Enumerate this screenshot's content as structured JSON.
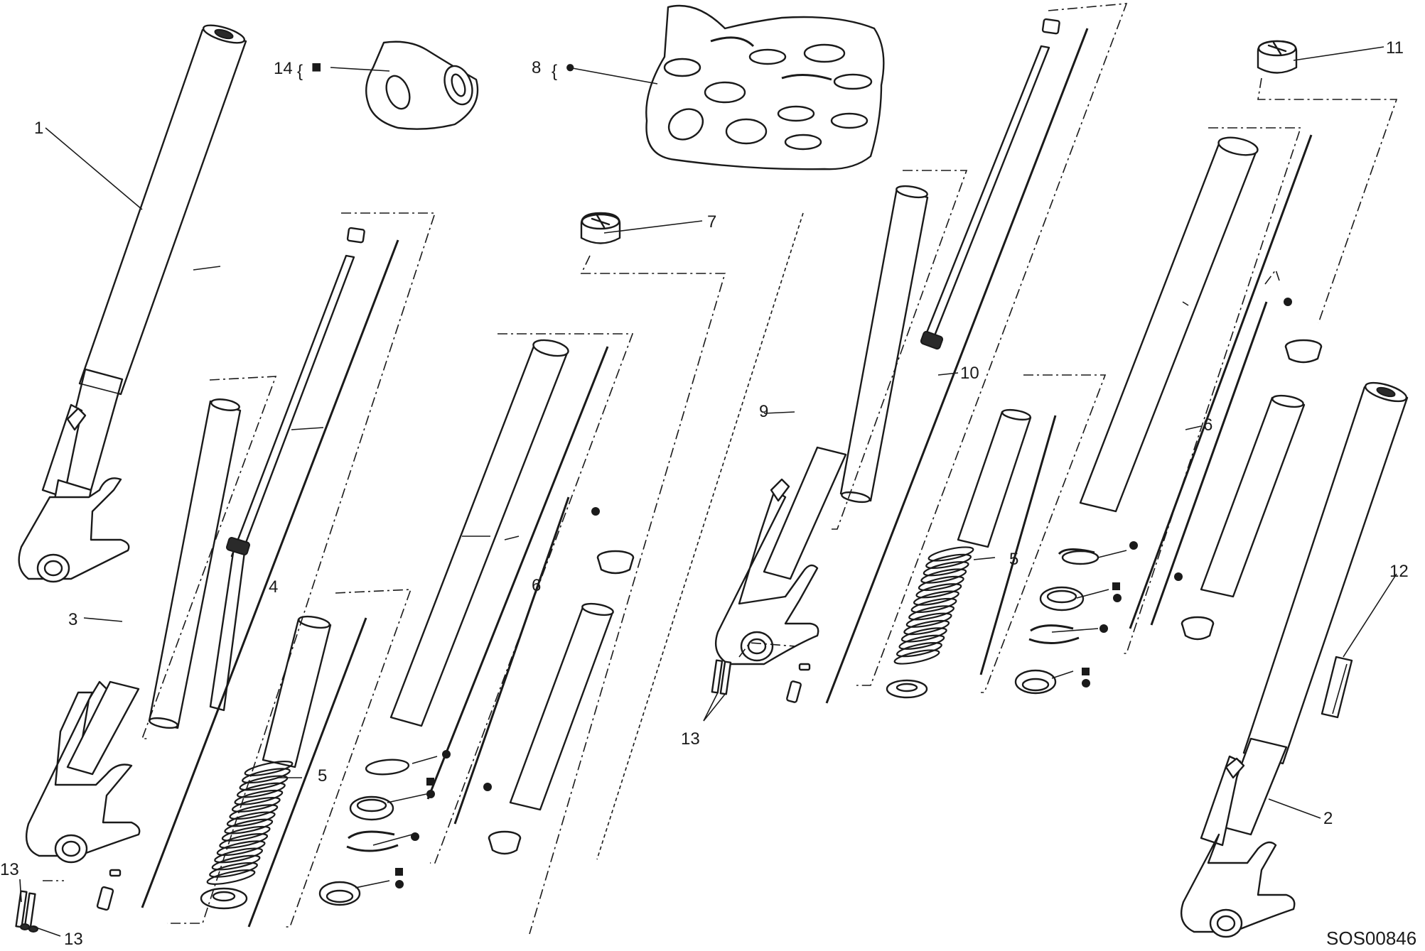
{
  "diagram": {
    "code": "SOS00846",
    "callouts": {
      "c1": "1",
      "c2": "2",
      "c3": "3",
      "c4a": "4",
      "c5a": "5",
      "c5b": "5",
      "c6a": "6",
      "c6b": "6",
      "c7": "7",
      "c8": "8",
      "c9": "9",
      "c10": "10",
      "c11": "11",
      "c12": "12",
      "c13a": "13",
      "c13b": "13",
      "c13c": "13",
      "c14": "14"
    },
    "symbols": {
      "brace": "{",
      "circle": "●",
      "square": "■"
    }
  }
}
